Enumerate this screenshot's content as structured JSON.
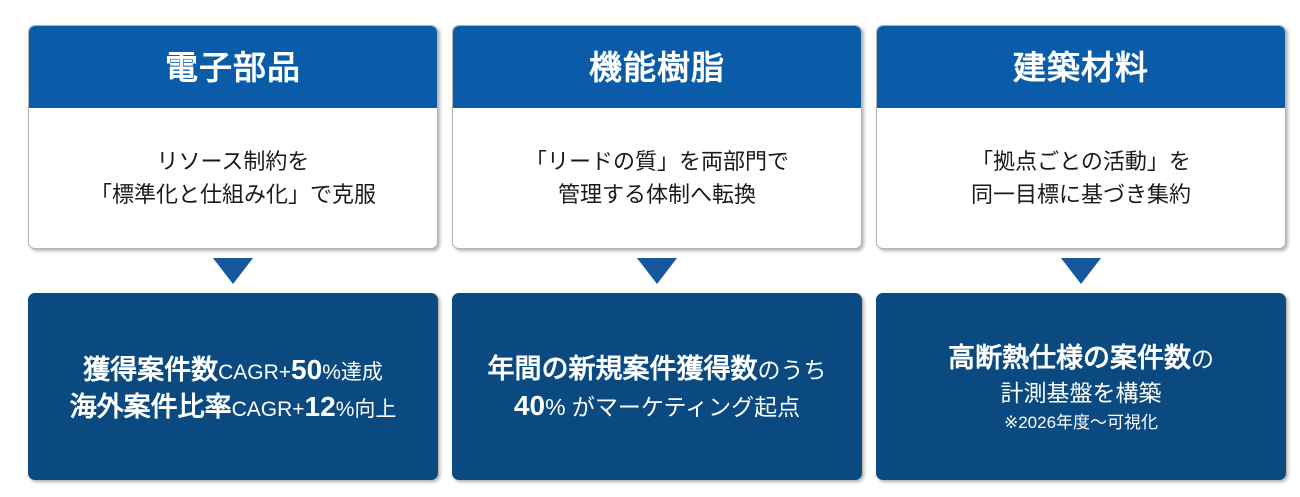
{
  "theme": {
    "header_blue": "#0B5CA8",
    "panel_blue": "#0A4A80",
    "arrow_blue": "#15589E",
    "card_border": "#b4b4b4",
    "text_dark": "#1a1a1a",
    "text_light": "#ffffff"
  },
  "columns": [
    {
      "id": "electronic-components",
      "card": {
        "title": "電子部品",
        "body": "リソース制約を\n「標準化と仕組み化」で克服"
      },
      "arrow": "down-triangle",
      "panel": {
        "lines": [
          {
            "runs": [
              {
                "text": "獲得案件数",
                "style": "lg"
              },
              {
                "text": "CAGR",
                "style": "sm"
              },
              {
                "text": "+",
                "style": "sm"
              },
              {
                "text": "50",
                "style": "num"
              },
              {
                "text": "%達成",
                "style": "sm"
              }
            ]
          },
          {
            "runs": [
              {
                "text": "海外案件比率",
                "style": "lg"
              },
              {
                "text": "CAGR",
                "style": "sm"
              },
              {
                "text": "+",
                "style": "sm"
              },
              {
                "text": "12",
                "style": "num"
              },
              {
                "text": "%向上",
                "style": "sm"
              }
            ]
          }
        ]
      }
    },
    {
      "id": "functional-resin",
      "card": {
        "title": "機能樹脂",
        "body": "「リードの質」を両部門で\n管理する体制へ転換"
      },
      "arrow": "down-triangle",
      "panel": {
        "lines": [
          {
            "runs": [
              {
                "text": "年間の新規案件獲得数",
                "style": "lg"
              },
              {
                "text": "のうち",
                "style": "md"
              }
            ]
          },
          {
            "runs": [
              {
                "text": "40",
                "style": "num"
              },
              {
                "text": "%",
                "style": "md"
              },
              {
                "text": " がマーケティング起点",
                "style": "md"
              }
            ]
          }
        ]
      }
    },
    {
      "id": "building-materials",
      "card": {
        "title": "建築材料",
        "body": "「拠点ごとの活動」を\n同一目標に基づき集約"
      },
      "arrow": "down-triangle",
      "panel": {
        "lines": [
          {
            "runs": [
              {
                "text": "高断熱仕様の案件数",
                "style": "lg"
              },
              {
                "text": "の",
                "style": "md"
              }
            ]
          },
          {
            "runs": [
              {
                "text": "計測基盤を構築",
                "style": "md"
              }
            ]
          },
          {
            "runs": [
              {
                "text": "※2026年度〜可視化",
                "style": "note"
              }
            ]
          }
        ]
      }
    }
  ]
}
